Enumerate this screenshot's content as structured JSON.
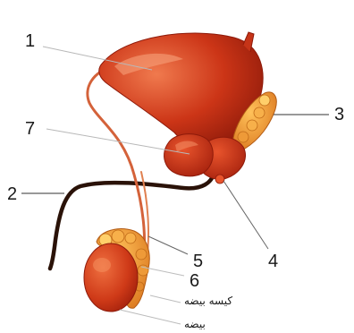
{
  "labels": {
    "n1": "1",
    "n2": "2",
    "n3": "3",
    "n4": "4",
    "n5": "5",
    "n6": "6",
    "n7": "7",
    "scrotum": "کیسه بیضه",
    "testis": "بیضه"
  },
  "colors": {
    "organ_dark": "#a8200e",
    "organ_mid": "#cf3a1a",
    "organ_light": "#e8623a",
    "gland_orange": "#e88a28",
    "duct": "#d4623a",
    "urethra": "#2a1208",
    "leader_line": "#333333"
  }
}
